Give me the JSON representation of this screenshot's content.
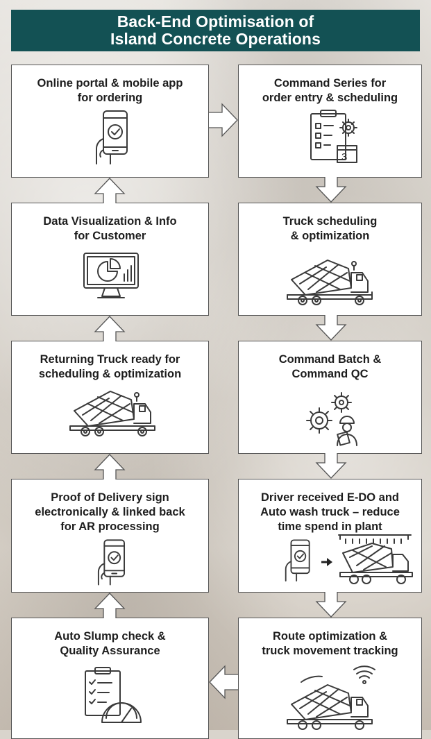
{
  "header": {
    "title_line1": "Back-End Optimisation of",
    "title_line2": "Island Concrete Operations"
  },
  "colors": {
    "header_bg": "#135154",
    "box_border": "#555555",
    "icon_stroke": "#3a3a3a"
  },
  "steps": [
    {
      "lines": [
        "Online portal & mobile app",
        "for ordering"
      ],
      "icon": "phone-check-icon"
    },
    {
      "lines": [
        "Command Series for",
        "order entry & scheduling"
      ],
      "icon": "schedule-clipboard-icon"
    },
    {
      "lines": [
        "Data Visualization & Info",
        "for Customer"
      ],
      "icon": "monitor-chart-icon"
    },
    {
      "lines": [
        "Truck scheduling",
        "& optimization"
      ],
      "icon": "mixer-truck-icon"
    },
    {
      "lines": [
        "Returning Truck ready for",
        "scheduling & optimization"
      ],
      "icon": "mixer-truck-icon"
    },
    {
      "lines": [
        "Command Batch &",
        "Command QC"
      ],
      "icon": "gears-worker-icon"
    },
    {
      "lines": [
        "Proof of Delivery sign",
        "electronically & linked back",
        "for AR processing"
      ],
      "icon": "phone-check-icon"
    },
    {
      "lines": [
        "Driver received E-DO and",
        "Auto wash truck – reduce",
        "time spend in plant"
      ],
      "icon": "phone-to-wash-truck-icon"
    },
    {
      "lines": [
        "Auto Slump check &",
        "Quality Assurance"
      ],
      "icon": "checklist-gauge-icon"
    },
    {
      "lines": [
        "Route optimization &",
        "truck movement tracking"
      ],
      "icon": "tracked-truck-icon"
    }
  ],
  "calendar_day": "3"
}
